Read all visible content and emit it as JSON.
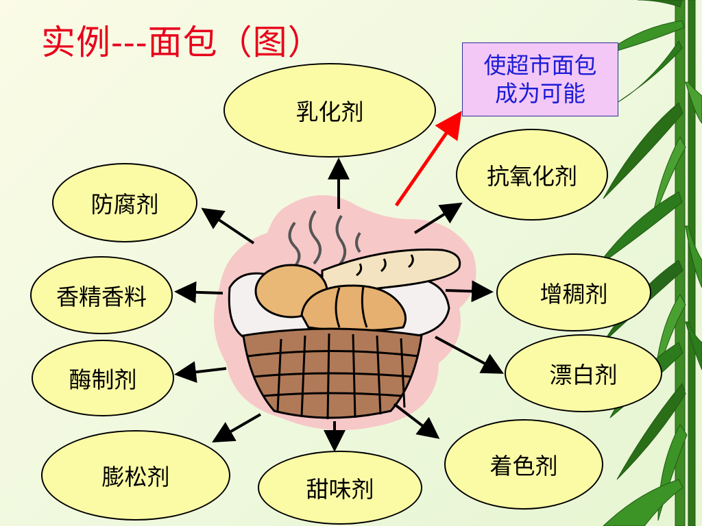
{
  "title": "实例---面包（图）",
  "note": {
    "line1": "使超市面包",
    "line2": "成为可能"
  },
  "additives": {
    "emulsifier": "乳化剂",
    "antioxidant": "抗氧化剂",
    "preservative": "防腐剂",
    "flavor": "香精香料",
    "thickener": "增稠剂",
    "enzyme": "酶制剂",
    "bleach": "漂白剂",
    "leavening": "膨松剂",
    "sweetener": "甜味剂",
    "colorant": "着色剂"
  },
  "colors": {
    "title": "#e8001c",
    "note_bg": "#f3c8f6",
    "note_text": "#1c1cd6",
    "oval_fill": "#fbfba5",
    "red_arrow": "#ff0000"
  },
  "icons": [
    "bamboo-decoration",
    "bread-basket-illustration",
    "arrow-icon"
  ]
}
